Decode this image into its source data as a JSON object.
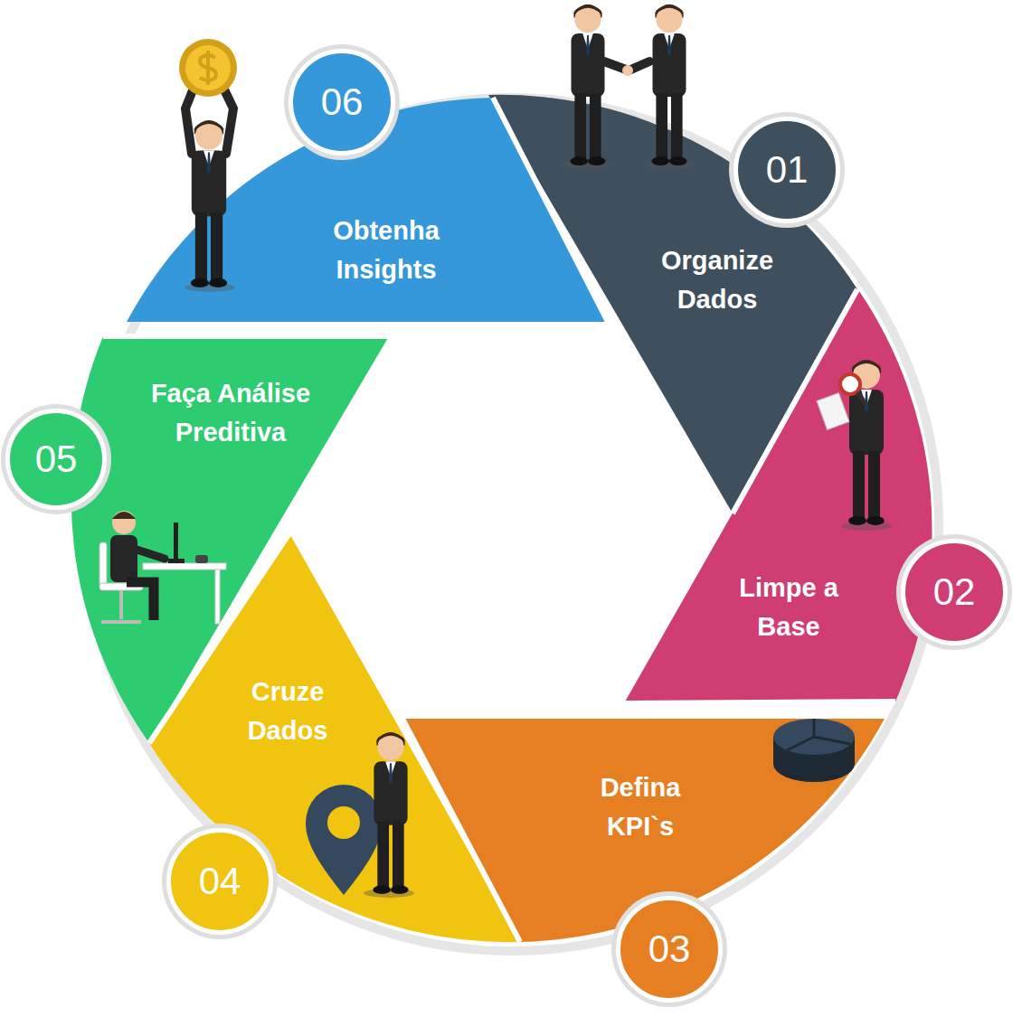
{
  "diagram": {
    "nodes": [
      {
        "text": [
          "01"
        ]
      },
      {
        "text": [
          "Organize Dados"
        ]
      },
      {
        "text": [
          "02"
        ]
      },
      {
        "text": [
          "Limpe a Base"
        ]
      },
      {
        "text": [
          "03"
        ]
      },
      {
        "text": [
          "Defina KPI`s"
        ]
      },
      {
        "text": [
          "04"
        ]
      },
      {
        "text": [
          "Cruze Dados"
        ]
      },
      {
        "text": [
          "05"
        ]
      },
      {
        "text": [
          "Faça Análise Preditiva"
        ]
      },
      {
        "text": [
          "06"
        ]
      },
      {
        "text": [
          "Obtenha Insights"
        ]
      }
    ],
    "edges": []
  }
}
